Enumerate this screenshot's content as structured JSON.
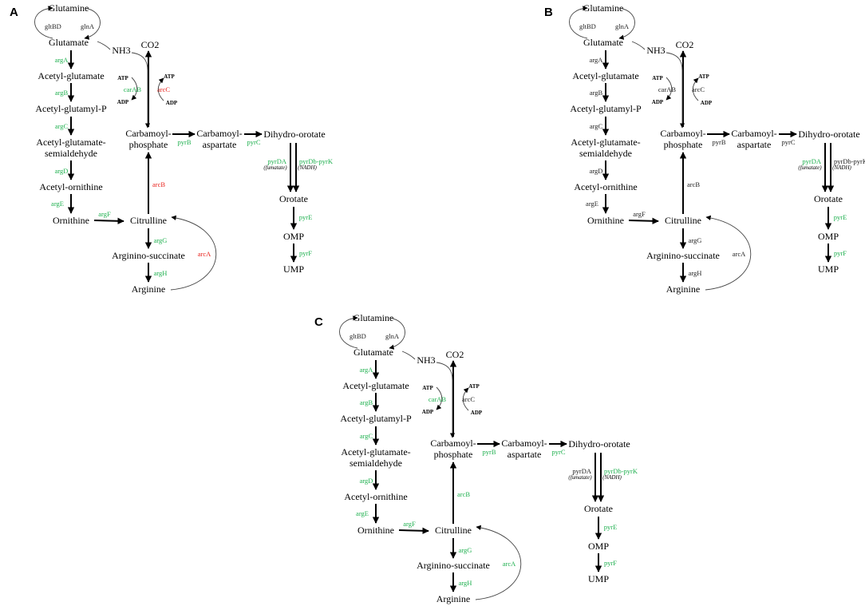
{
  "colors": {
    "gene_green": "#1fb04f",
    "gene_red": "#e8211b",
    "gene_black": "#222222"
  },
  "metabolites": {
    "glutamine": "Glutamine",
    "glutamate": "Glutamate",
    "nh3": "NH3",
    "co2": "CO2",
    "acetyl_glutamate": "Acetyl-glutamate",
    "acetyl_glutamyl_p": "Acetyl-glutamyl-P",
    "acetyl_glutamate_semialdehyde_1": "Acetyl-glutamate-",
    "acetyl_glutamate_semialdehyde_2": "semialdehyde",
    "acetyl_ornithine": "Acetyl-ornithine",
    "ornithine": "Ornithine",
    "citrulline": "Citrulline",
    "arginino_succinate": "Arginino-succinate",
    "arginine": "Arginine",
    "carbamoyl_phosphate_1": "Carbamoyl-",
    "carbamoyl_phosphate_2": "phosphate",
    "carbamoyl_aspartate_1": "Carbamoyl-",
    "carbamoyl_aspartate_2": "aspartate",
    "dihydro_orotate": "Dihydro-orotate",
    "orotate": "Orotate",
    "omp": "OMP",
    "ump": "UMP"
  },
  "cofactors": {
    "atp": "ATP",
    "adp": "ADP"
  },
  "conditions": {
    "fumarate": "(fumatate)",
    "nadh": "(NADH)"
  },
  "genes": {
    "gltBD": "gltBD",
    "glnA": "glnA",
    "argA": "argA",
    "argB": "argB",
    "argC": "argC",
    "argD": "argD",
    "argE": "argE",
    "argF": "argF",
    "argG": "argG",
    "argH": "argH",
    "carAB": "carAB",
    "arcC": "arcC",
    "arcB": "arcB",
    "arcA": "arcA",
    "pyrB": "pyrB",
    "pyrC": "pyrC",
    "pyrDA": "pyrDA",
    "pyrDb_pyrK": "pyrDb-pyrK",
    "pyrE": "pyrE",
    "pyrF": "pyrF"
  },
  "panels": [
    {
      "label": "A",
      "gene_status": {
        "gltBD": "black",
        "glnA": "black",
        "argA": "green",
        "argB": "green",
        "argC": "green",
        "argD": "green",
        "argE": "green",
        "argF": "green",
        "argG": "green",
        "argH": "green",
        "carAB": "green",
        "arcC": "red",
        "arcB": "red",
        "arcA": "red",
        "pyrB": "green",
        "pyrC": "green",
        "pyrDA": "green",
        "pyrDb_pyrK": "green",
        "pyrE": "green",
        "pyrF": "green"
      }
    },
    {
      "label": "B",
      "gene_status": {
        "gltBD": "black",
        "glnA": "black",
        "argA": "black",
        "argB": "black",
        "argC": "black",
        "argD": "black",
        "argE": "black",
        "argF": "black",
        "argG": "black",
        "argH": "black",
        "carAB": "black",
        "arcC": "black",
        "arcB": "black",
        "arcA": "black",
        "pyrB": "black",
        "pyrC": "black",
        "pyrDA": "green",
        "pyrDb_pyrK": "black",
        "pyrE": "green",
        "pyrF": "green"
      }
    },
    {
      "label": "C",
      "gene_status": {
        "gltBD": "black",
        "glnA": "black",
        "argA": "green",
        "argB": "green",
        "argC": "green",
        "argD": "green",
        "argE": "green",
        "argF": "green",
        "argG": "green",
        "argH": "green",
        "carAB": "green",
        "arcC": "black",
        "arcB": "green",
        "arcA": "green",
        "pyrB": "green",
        "pyrC": "green",
        "pyrDA": "black",
        "pyrDb_pyrK": "green",
        "pyrE": "green",
        "pyrF": "green"
      }
    }
  ]
}
